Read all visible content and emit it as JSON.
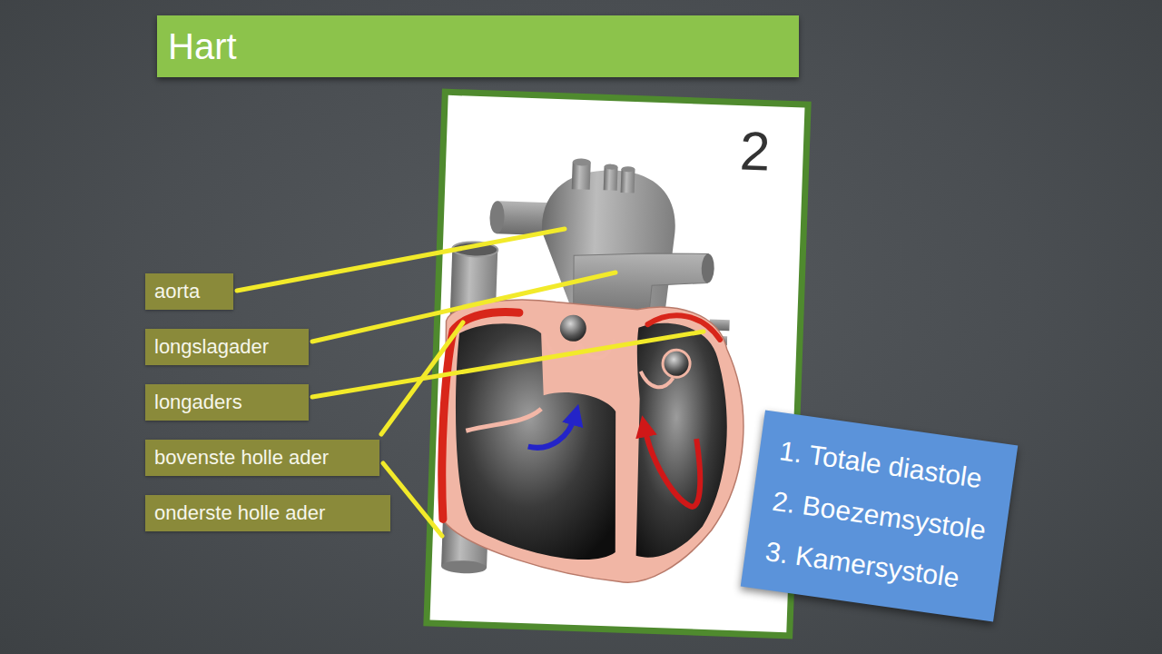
{
  "diagram": {
    "title": "Hart",
    "nodes": [
      {
        "text": [
          "2"
        ]
      },
      {
        "text": [
          "aorta"
        ]
      },
      {
        "text": [
          "longslagader"
        ]
      },
      {
        "text": [
          "longaders"
        ]
      },
      {
        "text": [
          "bovenste holle ader"
        ]
      },
      {
        "text": [
          "onderste holle ader"
        ]
      },
      {
        "text": [
          "1. Totale diastole",
          "2. Boezemsystole",
          "3. Kamersystole"
        ]
      }
    ]
  }
}
